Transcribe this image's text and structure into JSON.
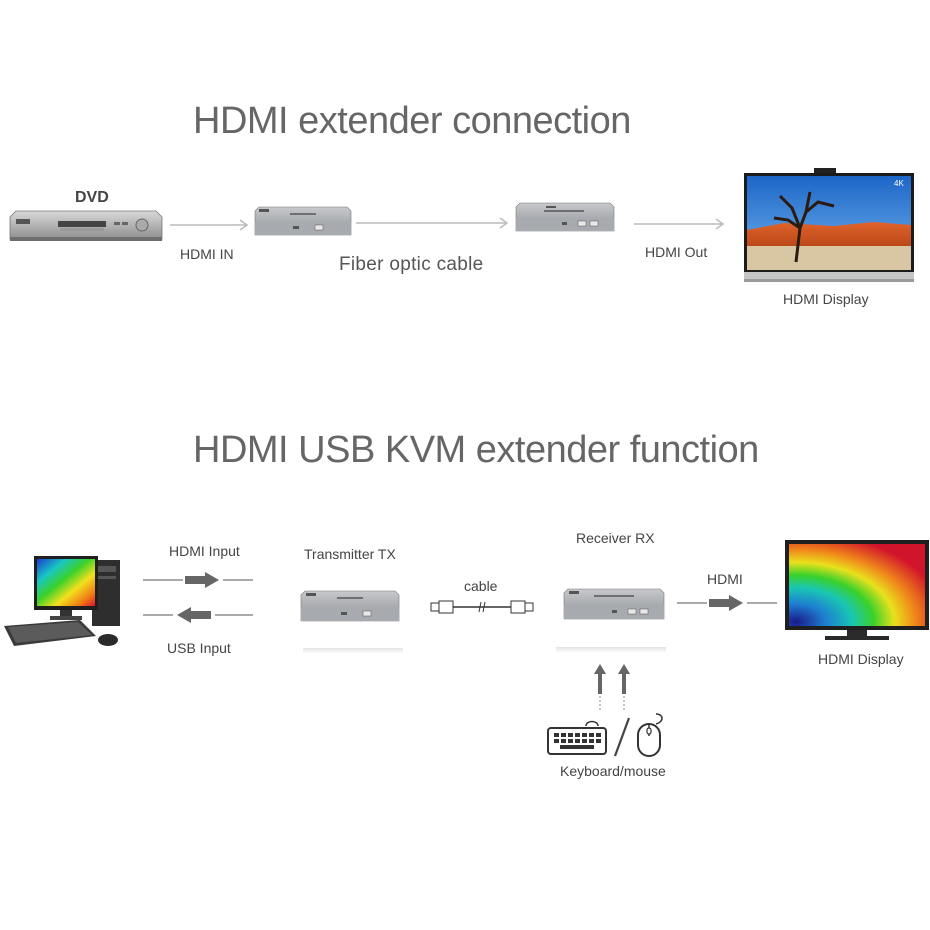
{
  "section1": {
    "title": "HDMI extender connection",
    "dvd_label": "DVD",
    "hdmi_in": "HDMI IN",
    "fiber_cable": "Fiber optic cable",
    "hdmi_out": "HDMI Out",
    "display_label": "HDMI Display",
    "display_badge": "4K"
  },
  "section2": {
    "title": "HDMI USB KVM extender function",
    "hdmi_input": "HDMI Input",
    "usb_input": "USB Input",
    "transmitter": "Transmitter TX",
    "cable": "cable",
    "receiver": "Receiver RX",
    "hdmi": "HDMI",
    "display_label": "HDMI Display",
    "keyboard_mouse": "Keyboard/mouse"
  }
}
